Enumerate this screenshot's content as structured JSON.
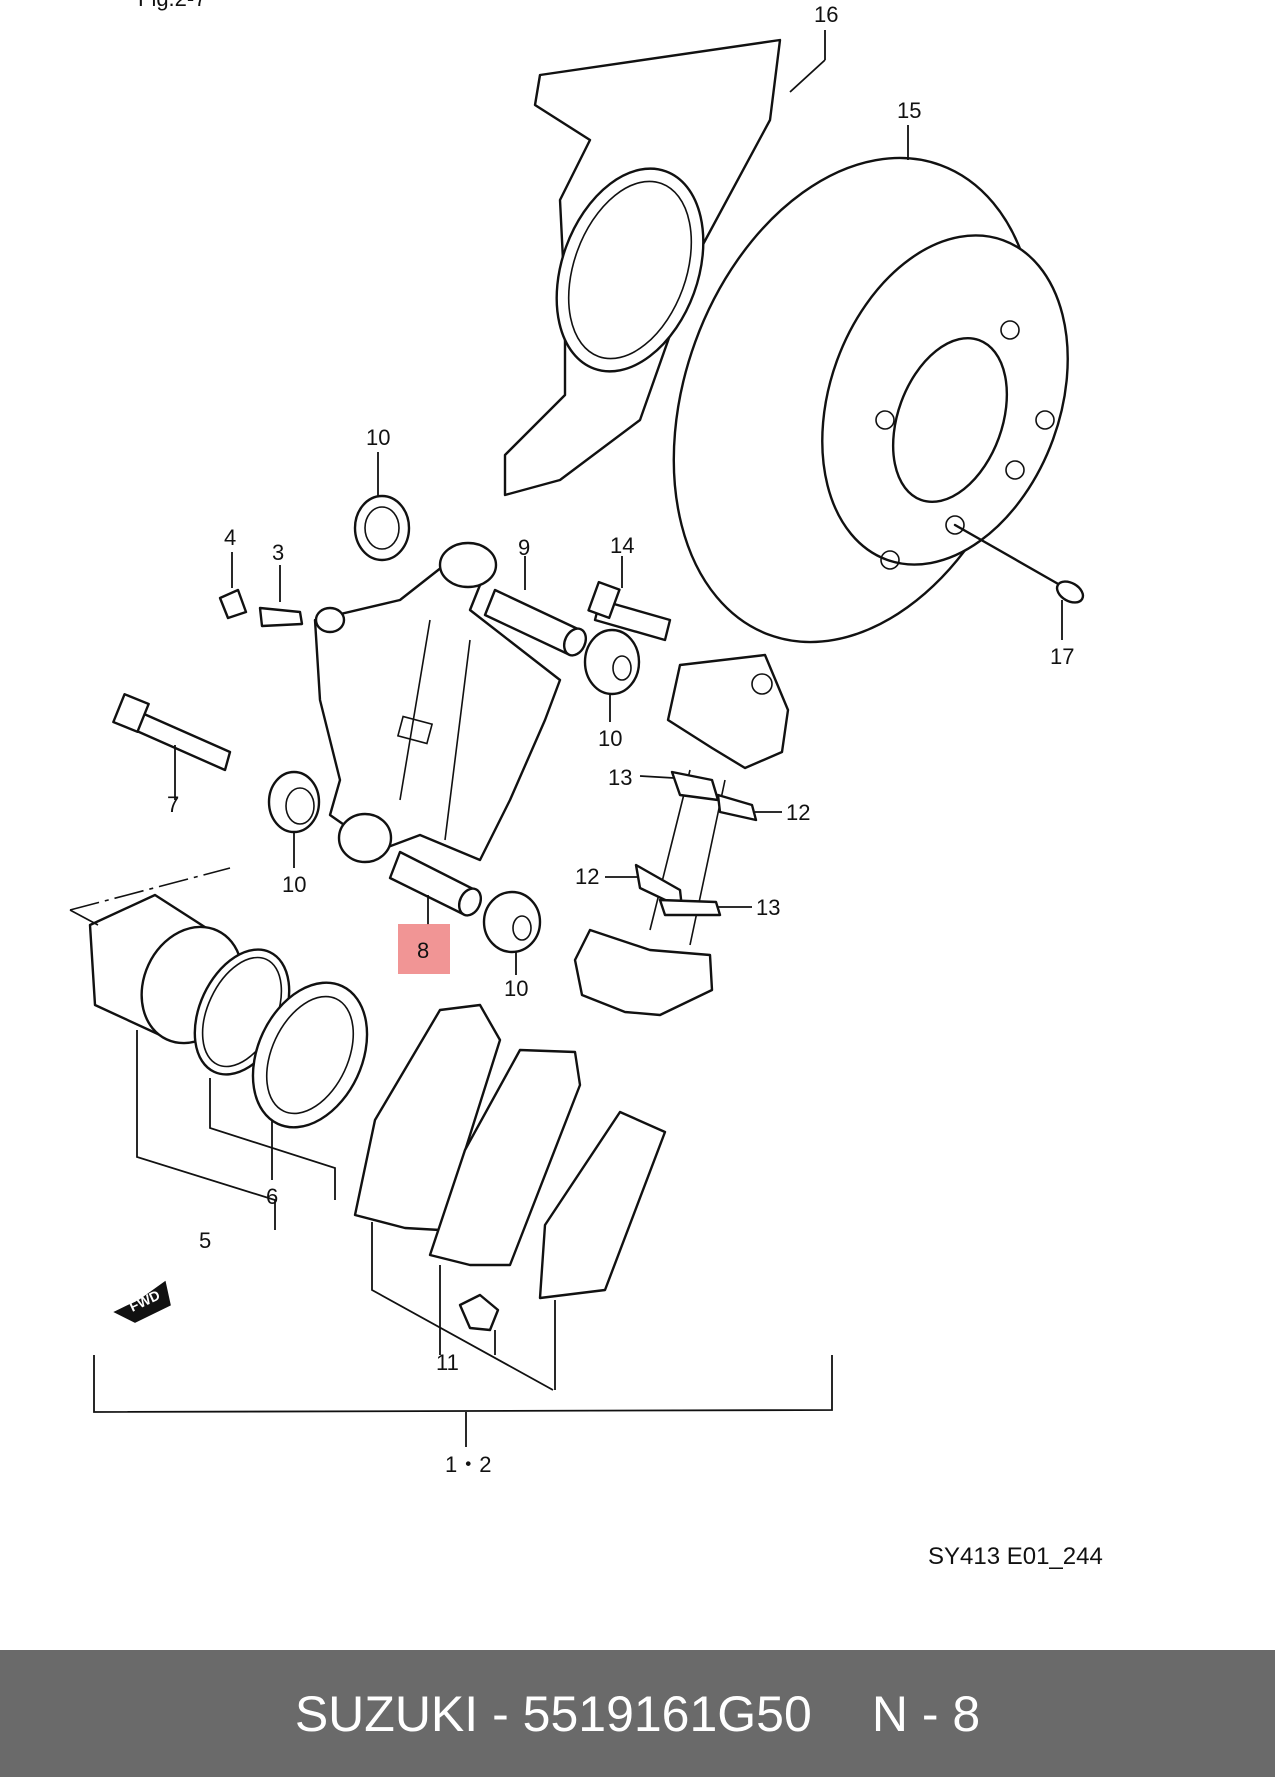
{
  "figure": {
    "caption_fragment": "Fig.2-7",
    "drawing_code": "SY413 E01_244",
    "highlighted_callout": "8",
    "fwd_marker": "FWD",
    "callouts": {
      "c16": "16",
      "c15": "15",
      "c10a": "10",
      "c4": "4",
      "c3": "3",
      "c9": "9",
      "c14": "14",
      "c17": "17",
      "c10b": "10",
      "c7": "7",
      "c13a": "13",
      "c12a": "12",
      "c10c": "10",
      "c12b": "12",
      "c13b": "13",
      "c10d": "10",
      "c6": "6",
      "c5": "5",
      "c11": "11",
      "c12range": "1・2"
    }
  },
  "footer": {
    "brand": "SUZUKI",
    "dash": "-",
    "part_number": "5519161G50",
    "position": "N - 8"
  },
  "colors": {
    "highlight": "#f08a8a",
    "footer_bg": "#6a6a6a",
    "line": "#111111"
  }
}
